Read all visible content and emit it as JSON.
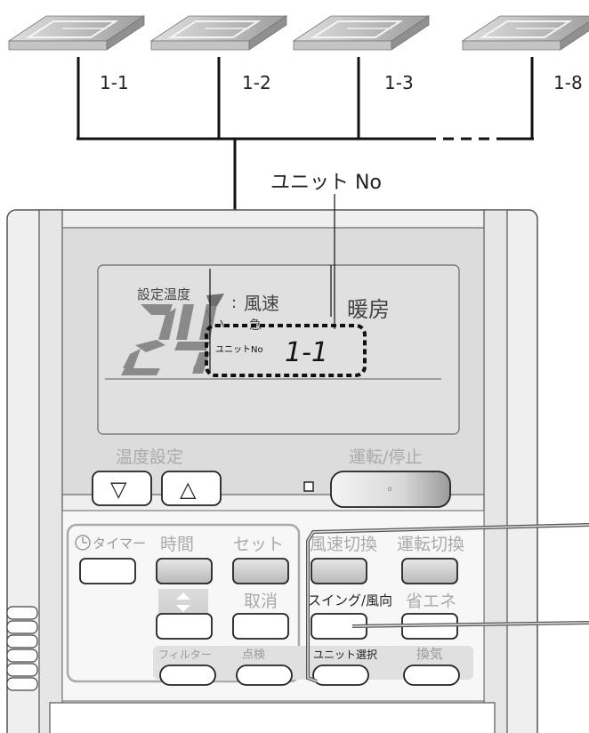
{
  "units": [
    {
      "id": "1-1"
    },
    {
      "id": "1-2"
    },
    {
      "id": "1-3"
    },
    {
      "id": "1-8"
    }
  ],
  "callout_unit_no": "ユニット No",
  "lcd": {
    "set_temp_label": "設定温度",
    "temperature": "24",
    "fan_label": "風速",
    "fan_mode": "急",
    "mode": "暖房",
    "unit_no_small": "ユニットNo",
    "unit_no_value": "1-1"
  },
  "temp_set_label": "温度設定",
  "down_symbol": "▽",
  "up_symbol": "△",
  "run_stop_label": "運転/停止",
  "run_stop_dot": "◦",
  "buttons": {
    "timer": "タイマー",
    "hour": "時間",
    "set": "セット",
    "cancel": "取消",
    "fan_switch": "風速切換",
    "run_switch": "運転切換",
    "swing": "スイング/風向",
    "eco": "省エネ",
    "filter": "フィルター",
    "check": "点検",
    "unit_select": "ユニット選択",
    "vent": "換気"
  }
}
